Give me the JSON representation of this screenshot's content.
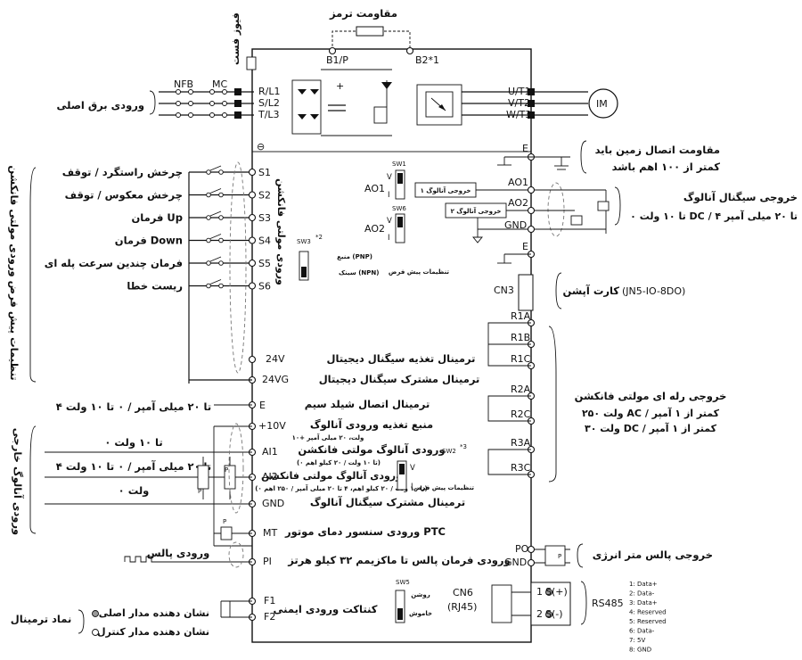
{
  "top": {
    "brake_resistor": "مقاومت ترمز",
    "fast_fuse": "فیوز فست",
    "b1p": "B1/P",
    "b2": "B2*1"
  },
  "power": {
    "nfb": "NFB",
    "mc": "MC",
    "main_input": "ورودی برق اصلی",
    "inputs": [
      "R/L1",
      "S/L2",
      "T/L3"
    ],
    "outputs": [
      "U/T1",
      "V/T2",
      "W/T3"
    ],
    "motor": "IM",
    "plus": "+",
    "minus_sym": "⊖"
  },
  "ground": {
    "e": "E",
    "earth_resistance_l1": "مقاومت اتصال زمین باید",
    "earth_resistance_l2": "کمتر از ۱۰۰ اهم باشد"
  },
  "analog_out": {
    "sw1": "SW1",
    "ao1": "AO1",
    "v": "V",
    "i": "I",
    "sw6": "SW6",
    "ao2": "AO2",
    "ao1_term": "AO1",
    "ao2_term": "AO2",
    "gnd": "GND",
    "box1": "خروجی آنالوگ ۱",
    "box2": "خروجی آنالوگ ۲",
    "title": "خروجی سیگنال آنالوگ",
    "range": "۰ تا ۱۰ ولت DC / ۴ تا ۲۰ میلی آمپر"
  },
  "digital_inputs": {
    "side_label": "تنظیمات پیش فرض ورودی مولتی فانکشن",
    "vertical": "ورودی مولتی فانکشن",
    "items": [
      {
        "term": "S1",
        "label": "چرخش راستگرد / توقف"
      },
      {
        "term": "S2",
        "label": "چرخش معکوس / توقف"
      },
      {
        "term": "S3",
        "label": "فرمان Up"
      },
      {
        "term": "S4",
        "label": "فرمان Down"
      },
      {
        "term": "S5",
        "label": "فرمان چندین سرعت پله ای"
      },
      {
        "term": "S6",
        "label": "ریست خطا"
      }
    ],
    "sw3": "SW3",
    "sw3_mark": "*2",
    "pnp": "منبع (PNP)",
    "npn": "سینک (NPN)",
    "default_setting": "تنظیمات پیش فرض",
    "v24": "24V",
    "v24_label": "ترمینال تغذیه سیگنال دیجیتال",
    "v24g": "24VG",
    "v24g_label": "ترمینال مشترک سیگنال دیجیتال"
  },
  "card": {
    "cn3": "CN3",
    "label": "کارت آپشن",
    "model": "(JN5-IO-8DO)"
  },
  "relay": {
    "terms": [
      "R1A",
      "R1B",
      "R1C",
      "R2A",
      "R2C",
      "R3A",
      "R3C"
    ],
    "title": "خروجی رله ای مولتی فانکشن",
    "ac": "۲۵۰ ولت AC / کمتر از ۱ آمپر",
    "dc": "۳۰ ولت DC / کمتر از ۱ آمپر"
  },
  "analog_in": {
    "shield_e": "E",
    "shield_label": "ترمینال اتصال شیلد سیم",
    "shield_range": "۴ تا ۲۰ میلی آمپر / ۰ تا ۱۰ ولت",
    "side_label": "ورودی آنالوگ خارجی",
    "p10v": "+10V",
    "p10v_label": "منبع تغذیه ورودی آنالوگ",
    "p10v_sub": "۱۰+ ولت، ۲۰ میلی آمپر",
    "ai1": "AI1",
    "ai1_label": "ورودی آنالوگ مولتی فانکشن",
    "ai1_sub": "(۰ تا ۱۰ ولت / ۲۰ کیلو اهم)",
    "ai1_left": "۰ تا ۱۰ ولت",
    "ai2": "AI2",
    "ai2_label": "ورودی آنالوگ مولتی فانکشن",
    "ai2_sub": "(۰ تا ۱۰ ولت / ۲۰ کیلو اهم، ۴ تا ۲۰ میلی آمپر / ۲۵۰ اهم)",
    "ai2_left": "۴ تا ۲۰ میلی آمپر / ۰ تا ۱۰ ولت",
    "zero_v": "۰ ولت",
    "gnd": "GND",
    "gnd_label": "ترمینال مشترک سیگنال آنالوگ",
    "sw2": "SW2",
    "sw2_mark": "*3",
    "v": "V",
    "i": "I",
    "default_setting": "تنظیمات پیش فرض",
    "p": "P"
  },
  "ptc": {
    "mt": "MT",
    "label": "ورودی سنسور دمای موتور PTC"
  },
  "pulse": {
    "pi": "PI",
    "label": "ورودی فرمان پالس تا ماکزیمم ۳۲ کیلو هرتز",
    "left": "ورودی پالس",
    "po": "PO",
    "gnd": "GND",
    "out_label": "خروجی پالس متر انرژی",
    "p": "P"
  },
  "safety": {
    "f1": "F1",
    "f2": "F2",
    "label": "کنتاکت ورودی ایمنی",
    "legend_title": "نماد ترمینال",
    "legend_main": "نشان دهنده مدار اصلی",
    "legend_ctrl": "نشان دهنده مدار کنترل"
  },
  "comm": {
    "sw5": "SW5",
    "on": "روشن",
    "off": "خاموش",
    "cn6": "CN6",
    "rj45": "(RJ45)",
    "s_plus": "S(+)",
    "s_minus": "S(-)",
    "one": "1",
    "two": "2",
    "rs485": "RS485",
    "pins": [
      "1: Data+",
      "2: Data-",
      "3: Data+",
      "4: Reserved",
      "5: Reserved",
      "6: Data-",
      "7: 5V",
      "8: GND"
    ]
  }
}
